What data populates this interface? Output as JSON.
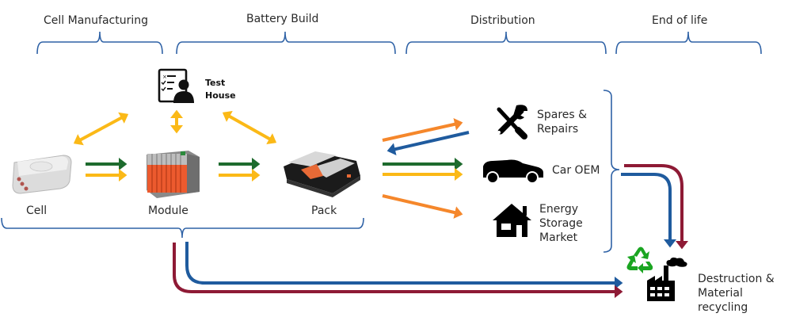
{
  "stages": [
    {
      "id": "cell-manufacturing",
      "label": "Cell Manufacturing"
    },
    {
      "id": "battery-build",
      "label": "Battery Build"
    },
    {
      "id": "distribution",
      "label": "Distribution"
    },
    {
      "id": "end-of-life",
      "label": "End of life"
    }
  ],
  "nodes": {
    "cell": {
      "label": "Cell",
      "icon": "battery-cell-image"
    },
    "module": {
      "label": "Module",
      "icon": "battery-module-image"
    },
    "pack": {
      "label": "Pack",
      "icon": "battery-pack-image"
    },
    "test_house": {
      "label_line1": "Test",
      "label_line2": "House",
      "icon": "checklist-person-icon"
    },
    "spares": {
      "label_line1": "Spares &",
      "label_line2": "Repairs",
      "icon": "wrench-screwdriver-icon"
    },
    "car_oem": {
      "label": "Car OEM",
      "icon": "car-icon"
    },
    "energy_storage": {
      "label_line1": "Energy",
      "label_line2": "Storage",
      "label_line3": "Market",
      "icon": "house-icon"
    },
    "recycling": {
      "label_line1": "Destruction &",
      "label_line2": "Material",
      "label_line3": "recycling",
      "icon": "factory-icon"
    }
  },
  "colors": {
    "green": "#1e6b2e",
    "yellow": "#fbb917",
    "orange": "#f5872b",
    "blue": "#1f5b9e",
    "maroon": "#8e1a35",
    "bracket": "#2f62a6",
    "recycle": "#1aa521"
  }
}
